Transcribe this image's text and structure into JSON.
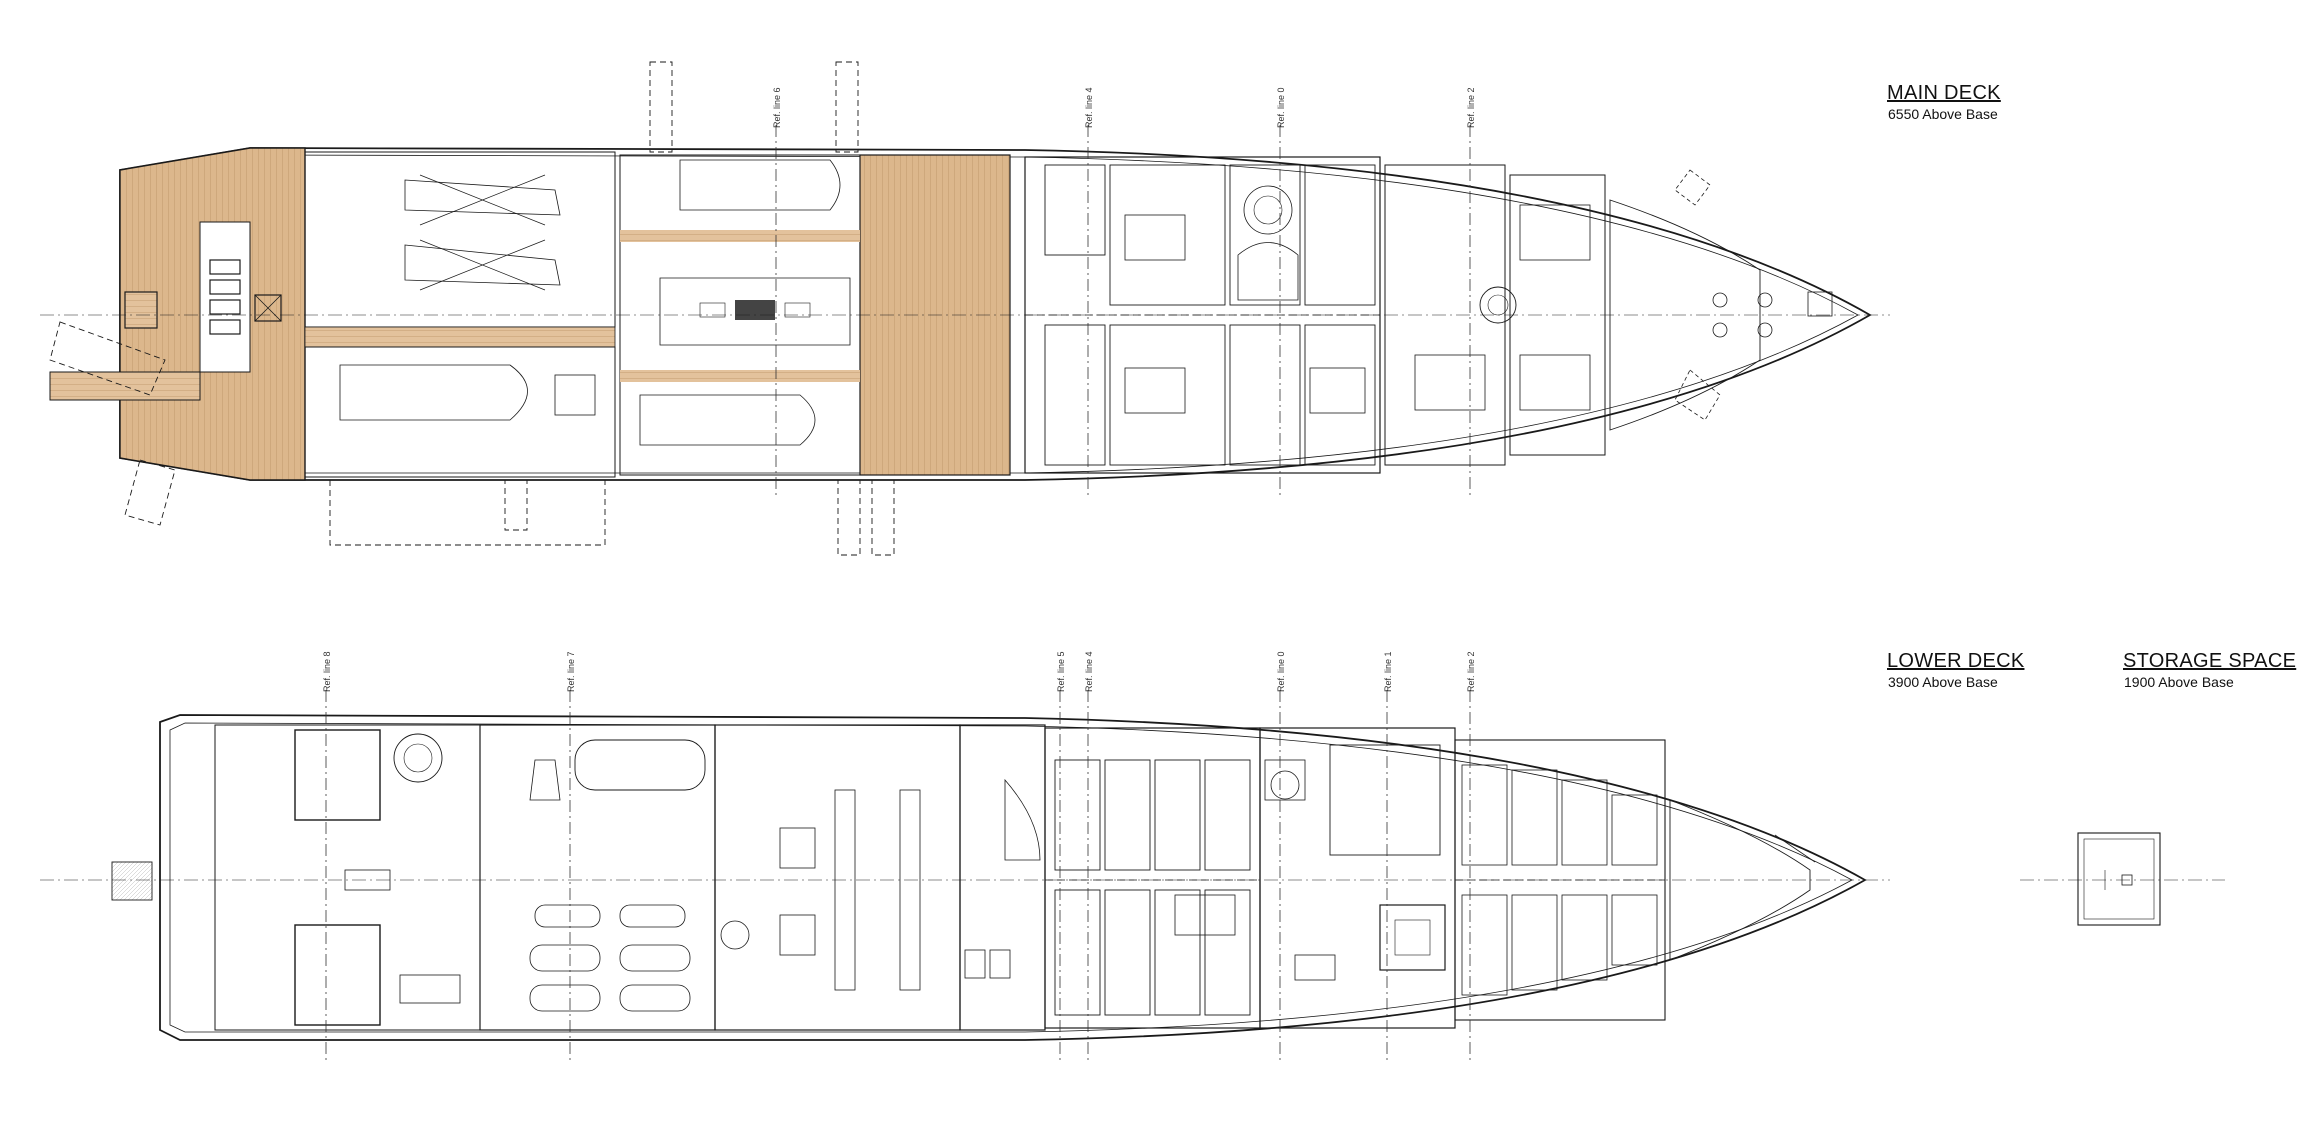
{
  "decks": {
    "main": {
      "title": "MAIN DECK",
      "subtitle": "6550 Above Base"
    },
    "lower": {
      "title": "LOWER DECK",
      "subtitle": "3900 Above Base"
    },
    "storage": {
      "title": "STORAGE SPACE",
      "subtitle": "1900 Above Base"
    }
  },
  "ref_lines": {
    "main": [
      "Ref. line 6",
      "Ref. line 4",
      "Ref. line 0",
      "Ref. line 2"
    ],
    "lower": [
      "Ref. line 8",
      "Ref. line 7",
      "Ref. line 5",
      "Ref. line 4",
      "Ref. line 0",
      "Ref. line 1",
      "Ref. line 2"
    ]
  },
  "colors": {
    "line": "#1a1a1a",
    "teak_deck": "#d8b48a",
    "teak_light": "#ead2b2",
    "background": "#ffffff"
  }
}
